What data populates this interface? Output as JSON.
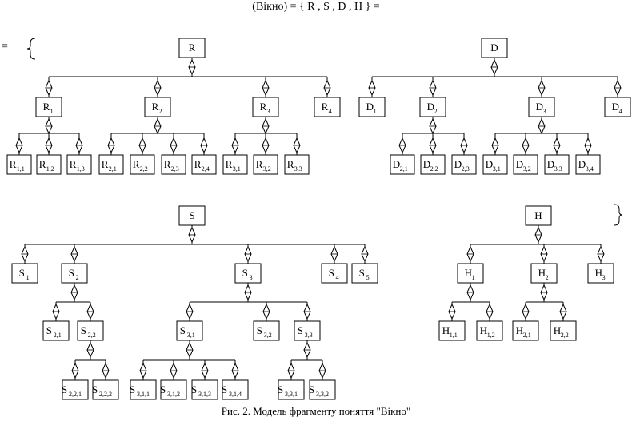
{
  "title": "(Вікно) = { R , S , D , H } =",
  "equals_sign": "=",
  "caption": "Рис. 2. Модель фрагменту поняття \"Вікно\"",
  "trees": [
    {
      "label": "R",
      "sub": "",
      "children": [
        {
          "label": "R",
          "sub": "1",
          "children": [
            {
              "label": "R",
              "sub": "1,1"
            },
            {
              "label": "R",
              "sub": "1,2"
            },
            {
              "label": "R",
              "sub": "1,3"
            }
          ]
        },
        {
          "label": "R",
          "sub": "2",
          "children": [
            {
              "label": "R",
              "sub": "2,1"
            },
            {
              "label": "R",
              "sub": "2,2"
            },
            {
              "label": "R",
              "sub": "2,3"
            },
            {
              "label": "R",
              "sub": "2,4"
            }
          ]
        },
        {
          "label": "R",
          "sub": "3",
          "children": [
            {
              "label": "R",
              "sub": "3,1"
            },
            {
              "label": "R",
              "sub": "3,2"
            },
            {
              "label": "R",
              "sub": "3,3"
            }
          ]
        },
        {
          "label": "R",
          "sub": "4"
        }
      ]
    },
    {
      "label": "D",
      "sub": "",
      "children": [
        {
          "label": "D",
          "sub": "1"
        },
        {
          "label": "D",
          "sub": "2",
          "children": [
            {
              "label": "D",
              "sub": "2,1"
            },
            {
              "label": "D",
              "sub": "2,2"
            },
            {
              "label": "D",
              "sub": "2,3"
            }
          ]
        },
        {
          "label": "D",
          "sub": "3",
          "children": [
            {
              "label": "D",
              "sub": "3,1"
            },
            {
              "label": "D",
              "sub": "3,2"
            },
            {
              "label": "D",
              "sub": "3,3"
            },
            {
              "label": "D",
              "sub": "3,4"
            }
          ]
        },
        {
          "label": "D",
          "sub": "4"
        }
      ]
    },
    {
      "label": "S",
      "sub": "",
      "children": [
        {
          "label": "S",
          "sub": "1"
        },
        {
          "label": "S",
          "sub": "2",
          "children": [
            {
              "label": "S",
              "sub": "2,1"
            },
            {
              "label": "S",
              "sub": "2,2",
              "children": [
                {
                  "label": "S",
                  "sub": "2,2,1"
                },
                {
                  "label": "S",
                  "sub": "2,2,2"
                }
              ]
            }
          ]
        },
        {
          "label": "S",
          "sub": "3",
          "children": [
            {
              "label": "S",
              "sub": "3,1",
              "children": [
                {
                  "label": "S",
                  "sub": "3,1,1"
                },
                {
                  "label": "S",
                  "sub": "3,1,2"
                },
                {
                  "label": "S",
                  "sub": "3,1,3"
                },
                {
                  "label": "S",
                  "sub": "3,1,4"
                }
              ]
            },
            {
              "label": "S",
              "sub": "3,2"
            },
            {
              "label": "S",
              "sub": "3,3",
              "children": [
                {
                  "label": "S",
                  "sub": "3,3,1"
                },
                {
                  "label": "S",
                  "sub": "3,3,2"
                }
              ]
            }
          ]
        },
        {
          "label": "S",
          "sub": "4"
        },
        {
          "label": "S",
          "sub": "5"
        }
      ]
    },
    {
      "label": "H",
      "sub": "",
      "children": [
        {
          "label": "H",
          "sub": "1",
          "children": [
            {
              "label": "H",
              "sub": "1,1"
            },
            {
              "label": "H",
              "sub": "1,2"
            }
          ]
        },
        {
          "label": "H",
          "sub": "2",
          "children": [
            {
              "label": "H",
              "sub": "2,1"
            },
            {
              "label": "H",
              "sub": "2,2"
            }
          ]
        },
        {
          "label": "H",
          "sub": "3"
        }
      ]
    }
  ]
}
